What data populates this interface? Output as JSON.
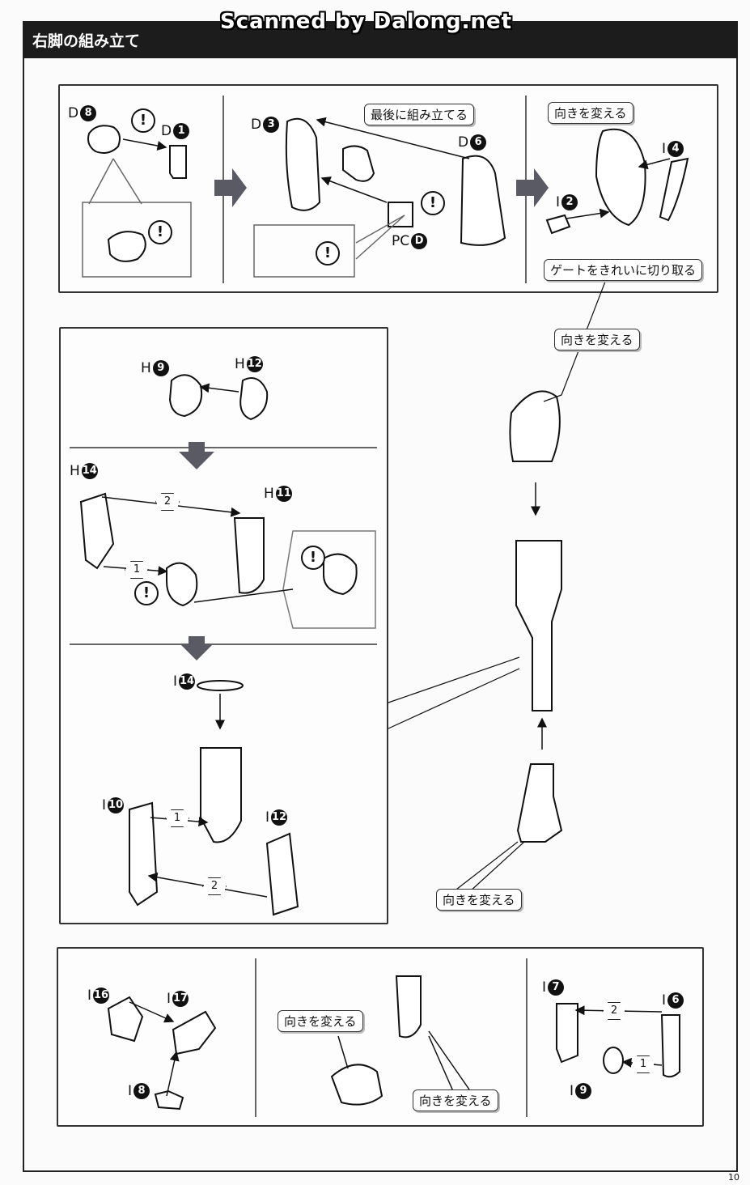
{
  "header": {
    "title": "右脚の組み立て",
    "watermark": "Scanned by Dalong.net",
    "page_number": "10"
  },
  "callouts": {
    "assemble_last": "最後に組み立てる",
    "change_direction": "向きを変える",
    "cut_gate": "ゲートをきれいに切り取る"
  },
  "parts": {
    "d8": {
      "letter": "D",
      "num": "8"
    },
    "d1": {
      "letter": "D",
      "num": "1"
    },
    "d3": {
      "letter": "D",
      "num": "3"
    },
    "d6": {
      "letter": "D",
      "num": "6"
    },
    "pcd": {
      "letter": "PC",
      "num": "D"
    },
    "i4": {
      "letter": "I",
      "num": "4"
    },
    "i2": {
      "letter": "I",
      "num": "2"
    },
    "h9": {
      "letter": "H",
      "num": "9"
    },
    "h12": {
      "letter": "H",
      "num": "12"
    },
    "h14": {
      "letter": "H",
      "num": "14"
    },
    "h11": {
      "letter": "H",
      "num": "11"
    },
    "i14": {
      "letter": "I",
      "num": "14"
    },
    "i10": {
      "letter": "I",
      "num": "10"
    },
    "i12": {
      "letter": "I",
      "num": "12"
    },
    "i16": {
      "letter": "I",
      "num": "16"
    },
    "i17": {
      "letter": "I",
      "num": "17"
    },
    "i8": {
      "letter": "I",
      "num": "8"
    },
    "i7": {
      "letter": "I",
      "num": "7"
    },
    "i6": {
      "letter": "I",
      "num": "6"
    },
    "i9": {
      "letter": "I",
      "num": "9"
    }
  },
  "steps": {
    "one": "1",
    "two": "2"
  },
  "warning": "!",
  "colors": {
    "header": "#1c1c1c",
    "arrow": "#5a5a64",
    "frame": "#333333"
  }
}
